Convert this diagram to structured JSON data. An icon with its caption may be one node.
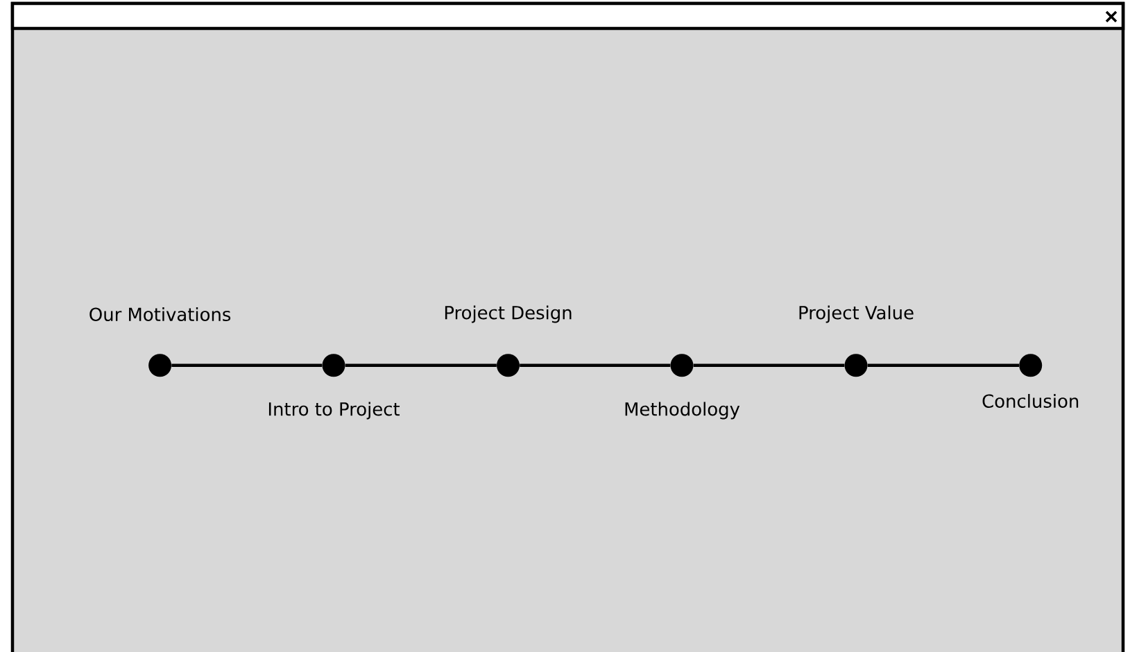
{
  "diagram": {
    "nodes": [
      {
        "text": [],
        "shape": "circle",
        "beside": [
          "Our Motivations"
        ]
      },
      {
        "text": [],
        "shape": "circle",
        "beside": [
          "Intro to Project"
        ]
      },
      {
        "text": [],
        "shape": "circle",
        "beside": [
          "Project Design"
        ]
      },
      {
        "text": [],
        "shape": "circle",
        "beside": [
          "Methodology"
        ]
      },
      {
        "text": [],
        "shape": "circle",
        "beside": [
          "Project Value"
        ]
      },
      {
        "text": [],
        "shape": "circle",
        "beside": [
          "Conclusion"
        ]
      }
    ],
    "edges": [
      {
        "from": 0,
        "to": 1,
        "arrow": "none"
      },
      {
        "from": 1,
        "to": 2,
        "arrow": "none"
      },
      {
        "from": 2,
        "to": 3,
        "arrow": "none"
      },
      {
        "from": 3,
        "to": 4,
        "arrow": "none"
      },
      {
        "from": 4,
        "to": 5,
        "arrow": "none"
      }
    ]
  }
}
